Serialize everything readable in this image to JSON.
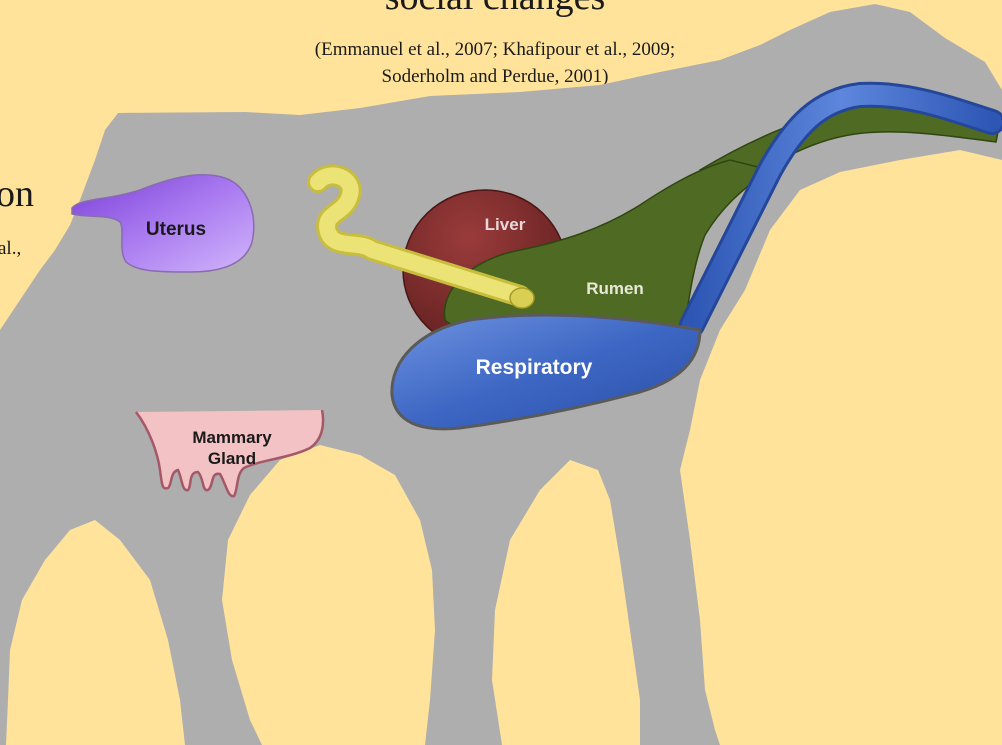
{
  "colors": {
    "background": "#ffe39a",
    "cow_silhouette": "#aeaeae",
    "uterus": "#b586f2",
    "liver": "#7a2a2a",
    "intestine": "#e4d95a",
    "rumen": "#4f6a22",
    "respiratory": "#3a66c2",
    "mammary_gland": "#f2c2c4"
  },
  "header": {
    "title_fragment": "social changes",
    "citation_line1": "(Emmanuel et al., 2007; Khafipour et al., 2009;",
    "citation_line2": "Soderholm and Perdue, 2001)"
  },
  "left_text": {
    "heading_fragment": "on",
    "citation_fragment": "al.,"
  },
  "organs": {
    "uterus": "Uterus",
    "liver": "Liver",
    "rumen": "Rumen",
    "respiratory": "Respiratory",
    "mammary_line1": "Mammary",
    "mammary_line2": "Gland"
  }
}
